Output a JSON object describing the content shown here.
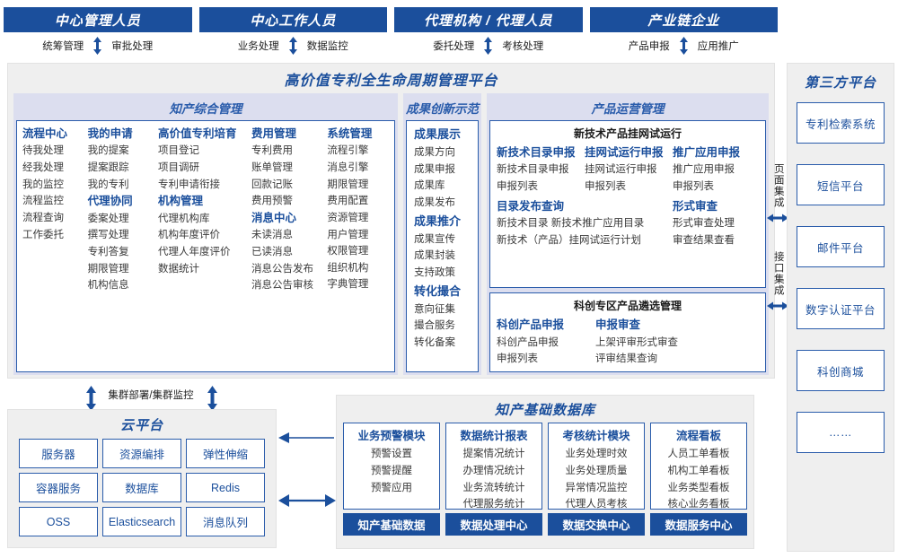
{
  "actors": [
    {
      "name": "中心管理人员",
      "left_action": "统筹管理",
      "right_action": "审批处理",
      "arrow": "up-down-arrow-icon"
    },
    {
      "name": "中心工作人员",
      "left_action": "业务处理",
      "right_action": "数据监控",
      "arrow": "up-down-arrow-icon"
    },
    {
      "name": "代理机构 / 代理人员",
      "left_action": "委托处理",
      "right_action": "考核处理",
      "arrow": "up-down-arrow-icon"
    },
    {
      "name": "产业链企业",
      "left_action": "产品申报",
      "right_action": "应用推广",
      "arrow": "up-down-arrow-icon"
    }
  ],
  "platform": {
    "title": "高价值专利全生命周期管理平台",
    "sections": {
      "comprehensive": {
        "title": "知产综合管理",
        "columns": [
          {
            "blocks": [
              {
                "header": "流程中心",
                "items": [
                  "待我处理",
                  "经我处理",
                  "我的监控",
                  "流程监控",
                  "流程查询",
                  "工作委托"
                ]
              }
            ]
          },
          {
            "blocks": [
              {
                "header": "我的申请",
                "items": [
                  "我的提案",
                  "提案跟踪",
                  "我的专利"
                ]
              },
              {
                "header": "代理协同",
                "items": [
                  "委案处理",
                  "撰写处理",
                  "专利答复",
                  "期限管理",
                  "机构信息"
                ]
              }
            ]
          },
          {
            "blocks": [
              {
                "header": "高价值专利培育",
                "items": [
                  "项目登记",
                  "项目调研",
                  "专利申请衔接"
                ]
              },
              {
                "header": "机构管理",
                "items": [
                  "代理机构库",
                  "机构年度评价",
                  "代理人年度评价",
                  "数据统计"
                ]
              }
            ]
          },
          {
            "blocks": [
              {
                "header": "费用管理",
                "items": [
                  "专利费用",
                  "账单管理",
                  "回款记账",
                  "费用预警"
                ]
              },
              {
                "header": "消息中心",
                "items": [
                  "未读消息",
                  "已读消息",
                  "消息公告发布",
                  "消息公告审核"
                ]
              }
            ]
          },
          {
            "blocks": [
              {
                "header": "系统管理",
                "items": [
                  "流程引擎",
                  "消息引擎",
                  "期限管理",
                  "费用配置",
                  "资源管理",
                  "用户管理",
                  "权限管理",
                  "组织机构",
                  "字典管理"
                ]
              }
            ]
          }
        ]
      },
      "innovation": {
        "title": "成果创新示范",
        "blocks": [
          {
            "header": "成果展示",
            "items": [
              "成果方向",
              "成果申报",
              "成果库",
              "成果发布"
            ]
          },
          {
            "header": "成果推介",
            "items": [
              "成果宣传",
              "成果封装",
              "支持政策"
            ]
          },
          {
            "header": "转化撮合",
            "items": [
              "意向征集",
              "撮合服务",
              "转化备案"
            ]
          }
        ]
      },
      "operations": {
        "title": "产品运营管理",
        "cards": [
          {
            "title": "新技术产品挂网试运行",
            "row1": [
              {
                "header": "新技术目录申报",
                "items": [
                  "新技术目录申报",
                  "申报列表"
                ]
              },
              {
                "header": "挂网试运行申报",
                "items": [
                  "挂网试运行申报",
                  "申报列表"
                ]
              },
              {
                "header": "推广应用申报",
                "items": [
                  "推广应用申报",
                  "申报列表"
                ]
              }
            ],
            "row2": [
              {
                "header": "目录发布查询",
                "items": [
                  "新技术目录    新技术推广应用目录",
                  "新技术（产品）挂网试运行计划"
                ]
              },
              {
                "header": "形式审查",
                "items": [
                  "形式审查处理",
                  "审查结果查看"
                ]
              }
            ]
          },
          {
            "title": "科创专区产品遴选管理",
            "row1": [
              {
                "header": "科创产品申报",
                "items": [
                  "科创产品申报",
                  "申报列表"
                ]
              },
              {
                "header": "申报审查",
                "items": [
                  "上架评审形式审查",
                  "评审结果查询"
                ]
              }
            ]
          }
        ]
      }
    }
  },
  "integration": {
    "page_label": "页面集成",
    "api_label": "接口集成",
    "arrow": "left-right-arrow-icon"
  },
  "third_party": {
    "title": "第三方平台",
    "items": [
      "专利检索系统",
      "短信平台",
      "邮件平台",
      "数字认证平台",
      "科创商城",
      "……"
    ]
  },
  "cluster": {
    "label": "集群部署/集群监控",
    "arrow": "up-down-arrow-icon"
  },
  "cloud": {
    "title": "云平台",
    "cells": [
      "服务器",
      "资源编排",
      "弹性伸缩",
      "容器服务",
      "数据库",
      "Redis",
      "OSS",
      "Elasticsearch",
      "消息队列"
    ]
  },
  "database": {
    "title": "知产基础数据库",
    "columns": [
      {
        "header": "业务预警模块",
        "items": [
          "预警设置",
          "预警提醒",
          "预警应用"
        ],
        "footer": "知产基础数据"
      },
      {
        "header": "数据统计报表",
        "items": [
          "提案情况统计",
          "办理情况统计",
          "业务流转统计",
          "代理服务统计"
        ],
        "footer": "数据处理中心"
      },
      {
        "header": "考核统计模块",
        "items": [
          "业务处理时效",
          "业务处理质量",
          "异常情况监控",
          "代理人员考核"
        ],
        "footer": "数据交换中心"
      },
      {
        "header": "流程看板",
        "items": [
          "人员工单看板",
          "机构工单看板",
          "业务类型看板",
          "核心业务看板"
        ],
        "footer": "数据服务中心"
      }
    ]
  },
  "colors": {
    "brand": "#1b4f9c",
    "accent": "#2a5cab",
    "section_bg": "#dcdeef",
    "panel_bg": "#efefef"
  }
}
